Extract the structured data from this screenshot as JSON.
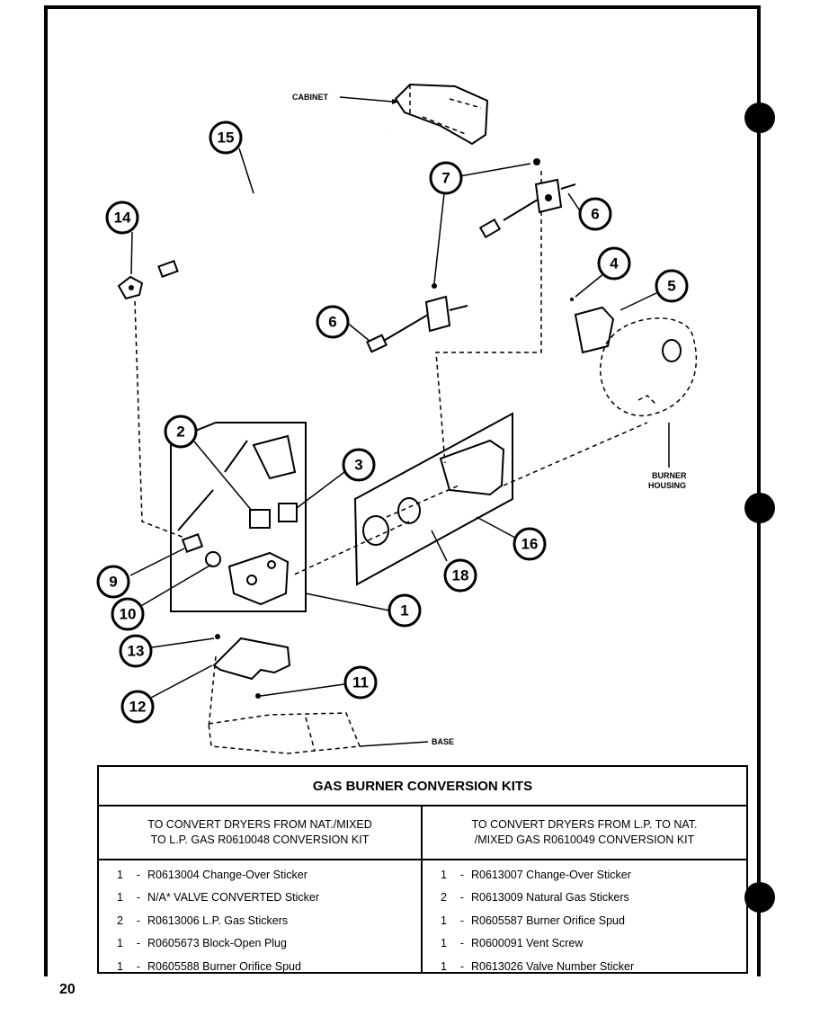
{
  "diagram": {
    "labels": {
      "cabinet": "CABINET",
      "burner_housing_line1": "BURNER",
      "burner_housing_line2": "HOUSING",
      "base": "BASE"
    },
    "callouts": [
      "1",
      "2",
      "3",
      "4",
      "5",
      "6",
      "6",
      "7",
      "9",
      "10",
      "11",
      "12",
      "13",
      "14",
      "15",
      "16",
      "18"
    ]
  },
  "table": {
    "title": "GAS BURNER CONVERSION KITS",
    "left": {
      "header_line1": "TO CONVERT DRYERS FROM  NAT./MIXED",
      "header_line2": "TO L.P. GAS R0610048 CONVERSION KIT",
      "rows": [
        {
          "qty": "1",
          "part": "R0613004  Change-Over Sticker"
        },
        {
          "qty": "1",
          "part": "N/A* VALVE CONVERTED Sticker"
        },
        {
          "qty": "2",
          "part": "R0613006  L.P. Gas Stickers"
        },
        {
          "qty": "1",
          "part": "R0605673  Block-Open Plug"
        },
        {
          "qty": "1",
          "part": "R0605588 Burner Orifice Spud"
        }
      ]
    },
    "right": {
      "header_line1": "TO CONVERT DRYERS FROM L.P. TO NAT.",
      "header_line2": "/MIXED GAS R0610049 CONVERSION KIT",
      "rows": [
        {
          "qty": "1",
          "part": "R0613007 Change-Over Sticker"
        },
        {
          "qty": "2",
          "part": "R0613009 Natural Gas Stickers"
        },
        {
          "qty": "1",
          "part": "R0605587 Burner Orifice Spud"
        },
        {
          "qty": "1",
          "part": "R0600091 Vent Screw"
        },
        {
          "qty": "1",
          "part": "R0613026 Valve Number Sticker"
        }
      ]
    }
  },
  "page_number": "20"
}
